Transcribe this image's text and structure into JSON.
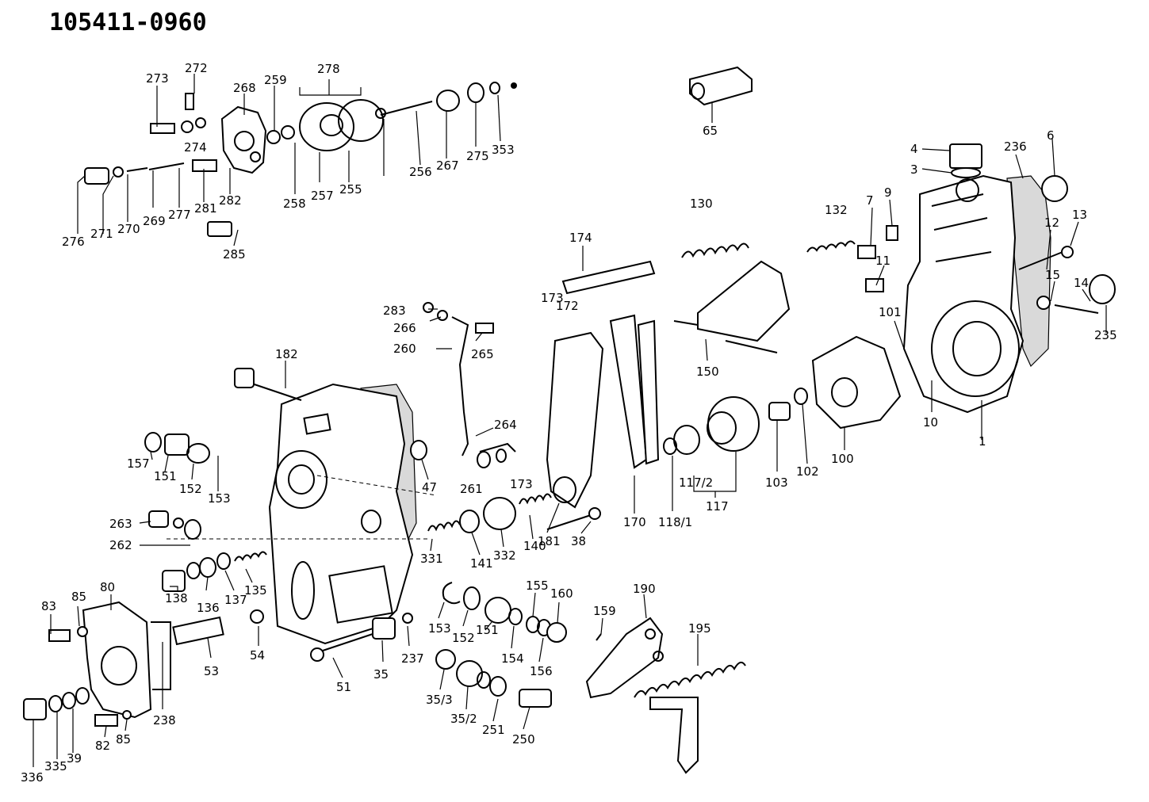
{
  "title": "105411-0960",
  "labels": [
    "273",
    "272",
    "268",
    "259",
    "278",
    "274",
    "276",
    "271",
    "270",
    "269",
    "277",
    "281",
    "282",
    "285",
    "258",
    "257",
    "255",
    "256",
    "267",
    "275",
    "353",
    "65",
    "4",
    "3",
    "236",
    "6",
    "7",
    "9",
    "132",
    "130",
    "174",
    "173",
    "172",
    "283",
    "266",
    "260",
    "265",
    "182",
    "157",
    "151",
    "152",
    "153",
    "47",
    "264",
    "261",
    "173",
    "263",
    "262",
    "138",
    "136",
    "137",
    "135",
    "331",
    "141",
    "332",
    "140",
    "181",
    "38",
    "170",
    "118/1",
    "117/2",
    "117",
    "103",
    "102",
    "100",
    "101",
    "150",
    "11",
    "12",
    "13",
    "15",
    "14",
    "235",
    "10",
    "1",
    "80",
    "83",
    "85",
    "53",
    "54",
    "51",
    "35",
    "237",
    "153",
    "152",
    "151",
    "154",
    "155",
    "156",
    "160",
    "159",
    "190",
    "195",
    "35/3",
    "35/2",
    "251",
    "250",
    "82",
    "85",
    "336",
    "335",
    "39",
    "238"
  ]
}
